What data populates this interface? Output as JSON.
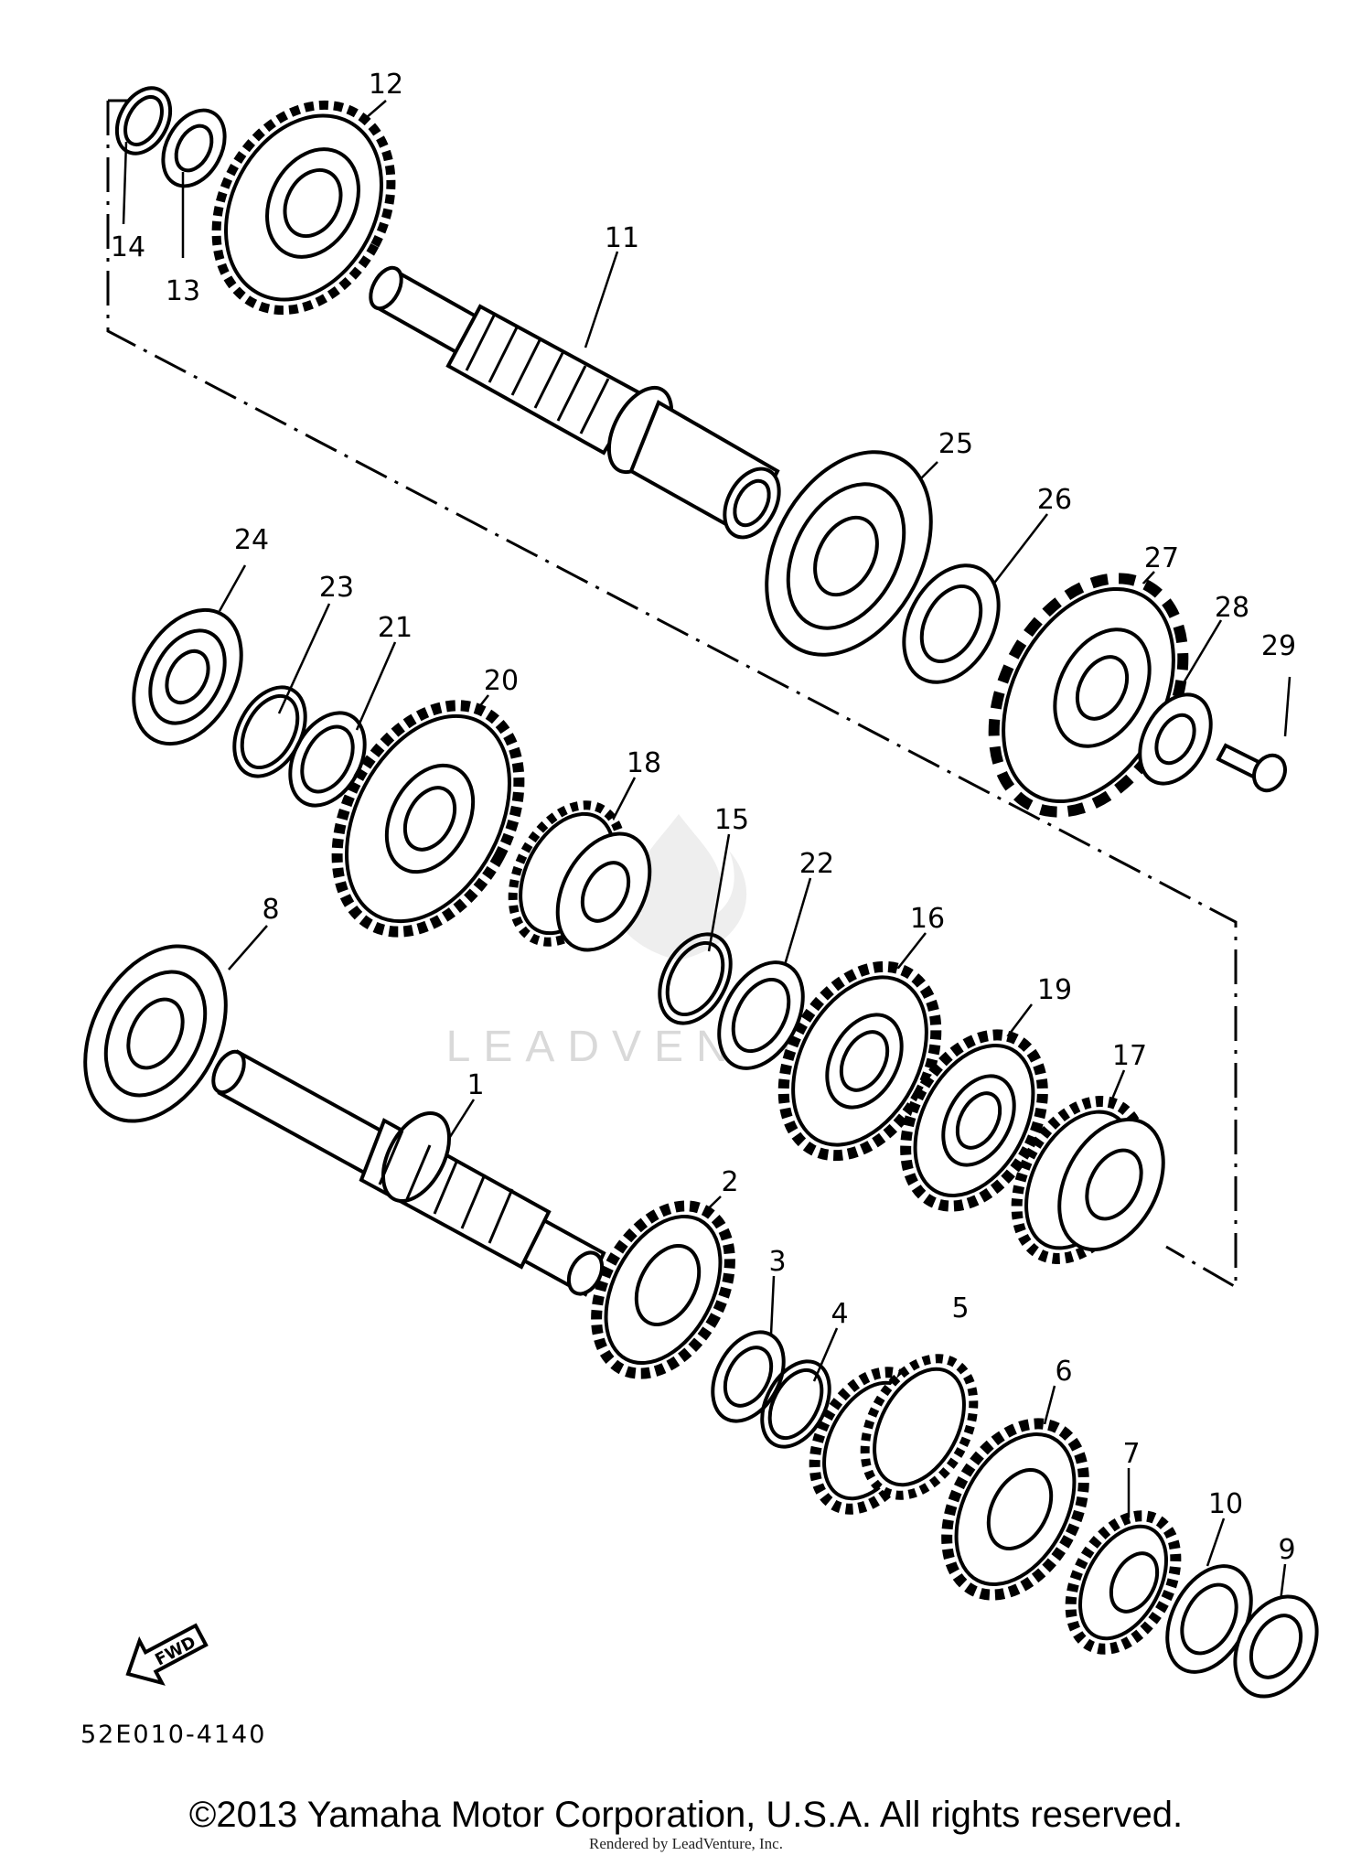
{
  "diagram": {
    "code": "52E010-4140",
    "fwd_label": "FWD",
    "watermark": "LEADVENTURE"
  },
  "parts": [
    {
      "id": "1",
      "label": "1"
    },
    {
      "id": "2",
      "label": "2"
    },
    {
      "id": "3",
      "label": "3"
    },
    {
      "id": "4",
      "label": "4"
    },
    {
      "id": "5",
      "label": "5"
    },
    {
      "id": "6",
      "label": "6"
    },
    {
      "id": "7",
      "label": "7"
    },
    {
      "id": "8",
      "label": "8"
    },
    {
      "id": "9",
      "label": "9"
    },
    {
      "id": "10",
      "label": "10"
    },
    {
      "id": "11",
      "label": "11"
    },
    {
      "id": "12",
      "label": "12"
    },
    {
      "id": "13",
      "label": "13"
    },
    {
      "id": "14",
      "label": "14"
    },
    {
      "id": "15",
      "label": "15"
    },
    {
      "id": "16",
      "label": "16"
    },
    {
      "id": "17",
      "label": "17"
    },
    {
      "id": "18",
      "label": "18"
    },
    {
      "id": "19",
      "label": "19"
    },
    {
      "id": "20",
      "label": "20"
    },
    {
      "id": "21",
      "label": "21"
    },
    {
      "id": "22",
      "label": "22"
    },
    {
      "id": "23",
      "label": "23"
    },
    {
      "id": "24",
      "label": "24"
    },
    {
      "id": "25",
      "label": "25"
    },
    {
      "id": "26",
      "label": "26"
    },
    {
      "id": "27",
      "label": "27"
    },
    {
      "id": "28",
      "label": "28"
    },
    {
      "id": "29",
      "label": "29"
    }
  ],
  "footer": {
    "copyright": "©2013 Yamaha Motor Corporation, U.S.A. All rights reserved.",
    "rendered_by": "Rendered by LeadVenture, Inc."
  }
}
